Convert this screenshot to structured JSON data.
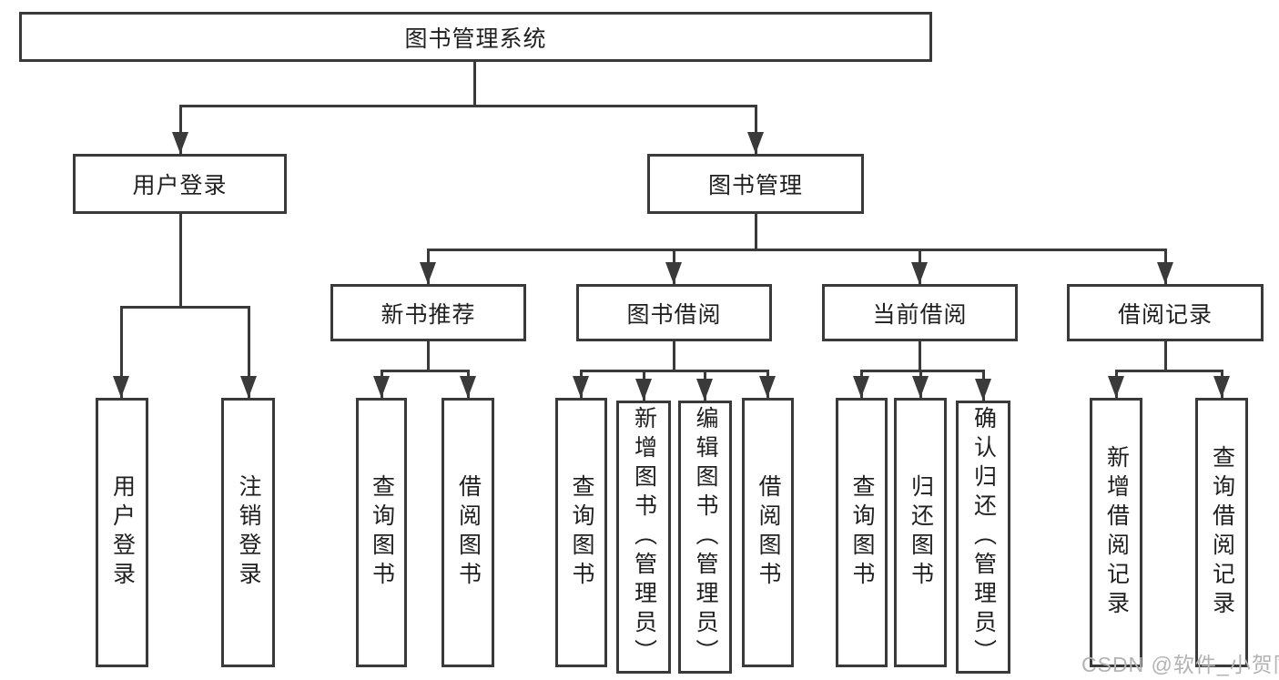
{
  "diagram": {
    "title": "图书管理系统",
    "root": {
      "label": "图书管理系统"
    },
    "level2": [
      {
        "label": "用户登录"
      },
      {
        "label": "图书管理"
      }
    ],
    "level3": [
      {
        "label": "新书推荐"
      },
      {
        "label": "图书借阅"
      },
      {
        "label": "当前借阅"
      },
      {
        "label": "借阅记录"
      }
    ],
    "leaves": [
      {
        "label": "用户登录"
      },
      {
        "label": "注销登录"
      },
      {
        "label": "查询图书"
      },
      {
        "label": "借阅图书"
      },
      {
        "label": "查询图书"
      },
      {
        "label": "新增图书（管理员）"
      },
      {
        "label": "编辑图书（管理员）"
      },
      {
        "label": "借阅图书"
      },
      {
        "label": "查询图书"
      },
      {
        "label": "归还图书"
      },
      {
        "label": "确认归还（管理员）"
      },
      {
        "label": "新增借阅记录"
      },
      {
        "label": "查询借阅记录"
      }
    ]
  },
  "watermark": {
    "text": "CSDN @软件_小贺同学"
  },
  "colors": {
    "line": "#3a3a3a",
    "text": "#1f1f1f",
    "watermark": "#b3b3b3",
    "background": "#ffffff"
  }
}
